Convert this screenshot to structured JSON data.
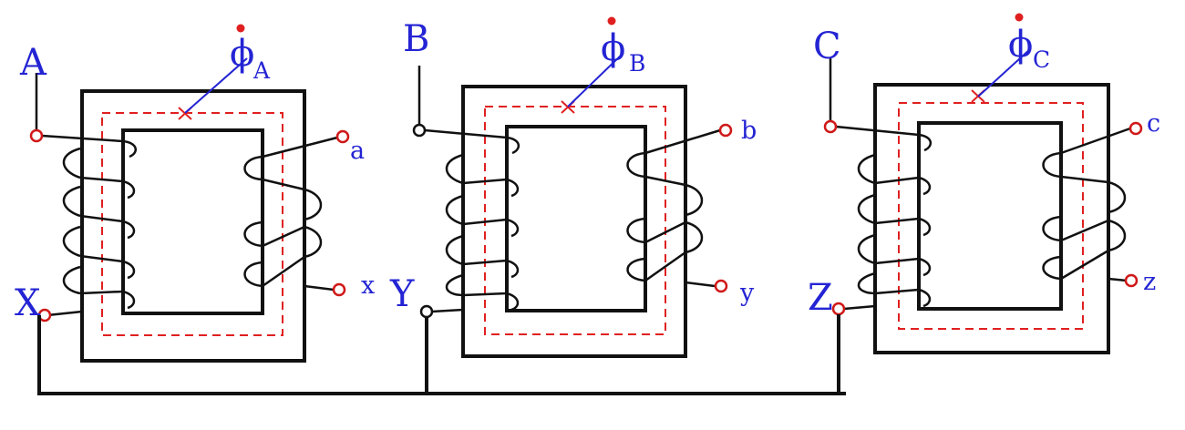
{
  "colors": {
    "label": "#2424d4",
    "line": "#111111",
    "flux_path": "#e02020",
    "terminal": "#d01818",
    "background": "#ffffff"
  },
  "units": [
    {
      "primary_top": "A",
      "primary_bottom": "X",
      "flux_symbol": "ϕ",
      "flux_sub": "A",
      "secondary_top": "a",
      "secondary_bottom": "x"
    },
    {
      "primary_top": "B",
      "primary_bottom": "Y",
      "flux_symbol": "ϕ",
      "flux_sub": "B",
      "secondary_top": "b",
      "secondary_bottom": "y"
    },
    {
      "primary_top": "C",
      "primary_bottom": "Z",
      "flux_symbol": "ϕ",
      "flux_sub": "C",
      "secondary_top": "c",
      "secondary_bottom": "z"
    }
  ]
}
